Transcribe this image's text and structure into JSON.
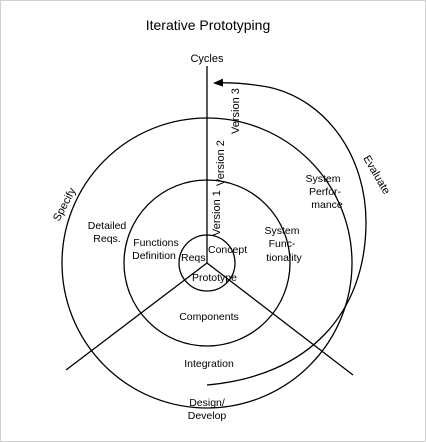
{
  "title": "Iterative Prototyping",
  "cycles_label": "Cycles",
  "phases": {
    "specify": "Specify",
    "evaluate": "Evaluate",
    "design_develop": [
      "Design/",
      "Develop"
    ]
  },
  "versions": [
    "Version 1",
    "Version 2",
    "Version 3"
  ],
  "inner": {
    "reqs": "Reqs.",
    "concept": "Concept",
    "prototype": "Prototype"
  },
  "ring1": {
    "functions_definition": [
      "Functions",
      "Definition"
    ],
    "system_functionality": [
      "System",
      "Func-",
      "tionality"
    ],
    "components": "Components"
  },
  "ring2": {
    "detailed_reqs": [
      "Detailed",
      "Reqs."
    ],
    "system_performance": [
      "System",
      "Perfor-",
      "mance"
    ],
    "integration": "Integration"
  }
}
